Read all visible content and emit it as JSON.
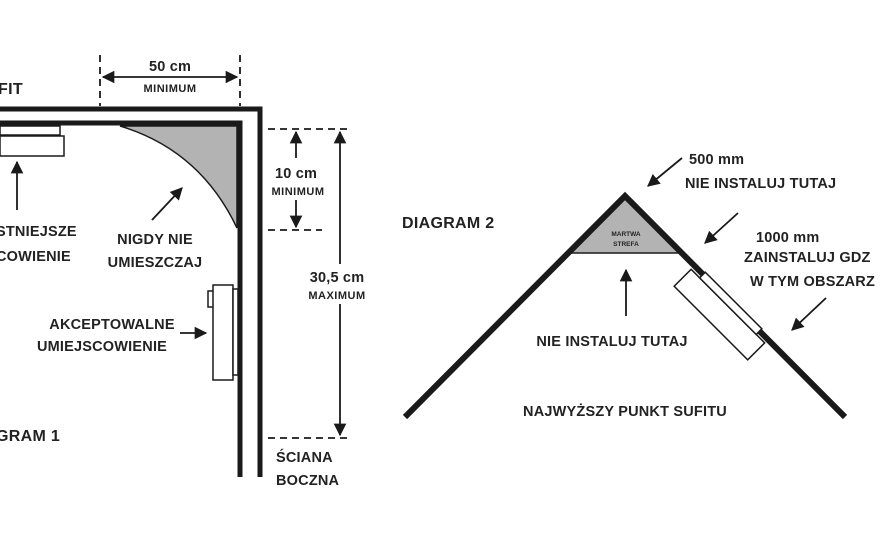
{
  "diagram1": {
    "ceiling_label": "FIT",
    "title": "GRAM 1",
    "width_value": "50 cm",
    "width_note": "MINIMUM",
    "gap_value": "10 cm",
    "gap_note": "MINIMUM",
    "max_value": "30,5 cm",
    "max_note": "MAXIMUM",
    "best_line1": "STNIEJSZE",
    "best_line2": "COWIENIE",
    "never_line1": "NIGDY NIE",
    "never_line2": "UMIESZCZAJ",
    "ok_line1": "AKCEPTOWALNE",
    "ok_line2": "UMIEJSCOWIENIE",
    "wall_line1": "ŚCIANA",
    "wall_line2": "BOCZNA"
  },
  "diagram2": {
    "title": "DIAGRAM 2",
    "top_value": "500 mm",
    "top_note": "NIE INSTALUJ TUTAJ",
    "side_value": "1000 mm",
    "side_line1": "ZAINSTALUJ GDZ",
    "side_line2": "W TYM OBSZARZ",
    "dead_zone_line1": "MARTWA",
    "dead_zone_line2": "STREFA",
    "below_note": "NIE INSTALUJ TUTAJ",
    "peak_label": "NAJWYŻSZY PUNKT SUFITU"
  },
  "colors": {
    "line": "#1a1a1a",
    "shade": "#b3b3b3",
    "text": "#222222"
  }
}
